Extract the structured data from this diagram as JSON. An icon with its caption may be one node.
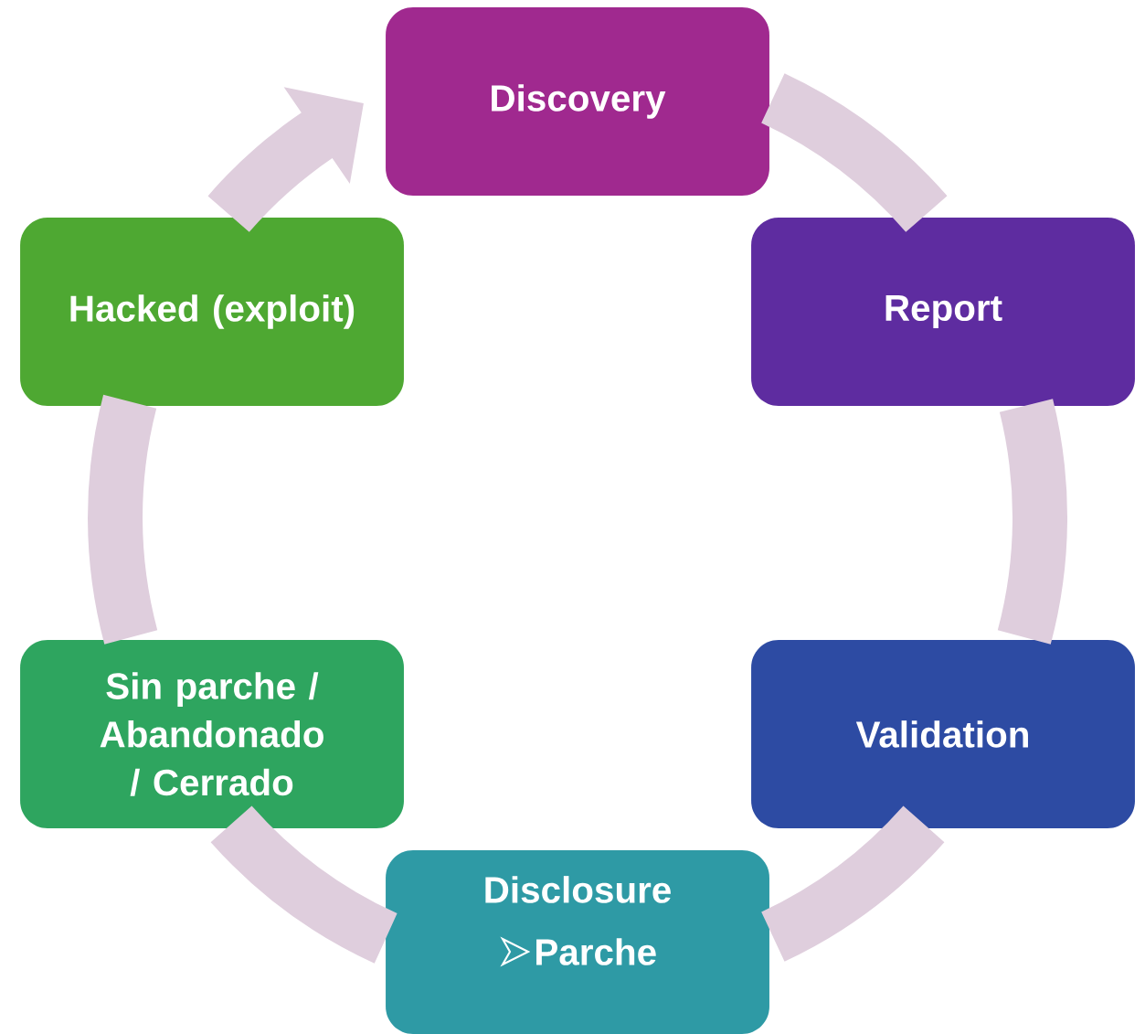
{
  "diagram": {
    "nodes": [
      {
        "text": [
          "Discovery"
        ]
      },
      {
        "text": [
          "Report"
        ]
      },
      {
        "text": [
          "Validation"
        ]
      },
      {
        "text": [
          "Disclosure",
          "Parche"
        ]
      },
      {
        "text": [
          "Sin parche / Abandonado / Cerrado"
        ]
      },
      {
        "text": [
          "Hacked (exploit)"
        ]
      }
    ],
    "edges": [
      {
        "from": 0,
        "to": 1,
        "arrow": "none"
      },
      {
        "from": 1,
        "to": 2,
        "arrow": "none"
      },
      {
        "from": 2,
        "to": 3,
        "arrow": "none"
      },
      {
        "from": 3,
        "to": 4,
        "arrow": "none"
      },
      {
        "from": 4,
        "to": 5,
        "arrow": "none"
      },
      {
        "from": 5,
        "to": 0,
        "arrow": "to"
      }
    ]
  }
}
